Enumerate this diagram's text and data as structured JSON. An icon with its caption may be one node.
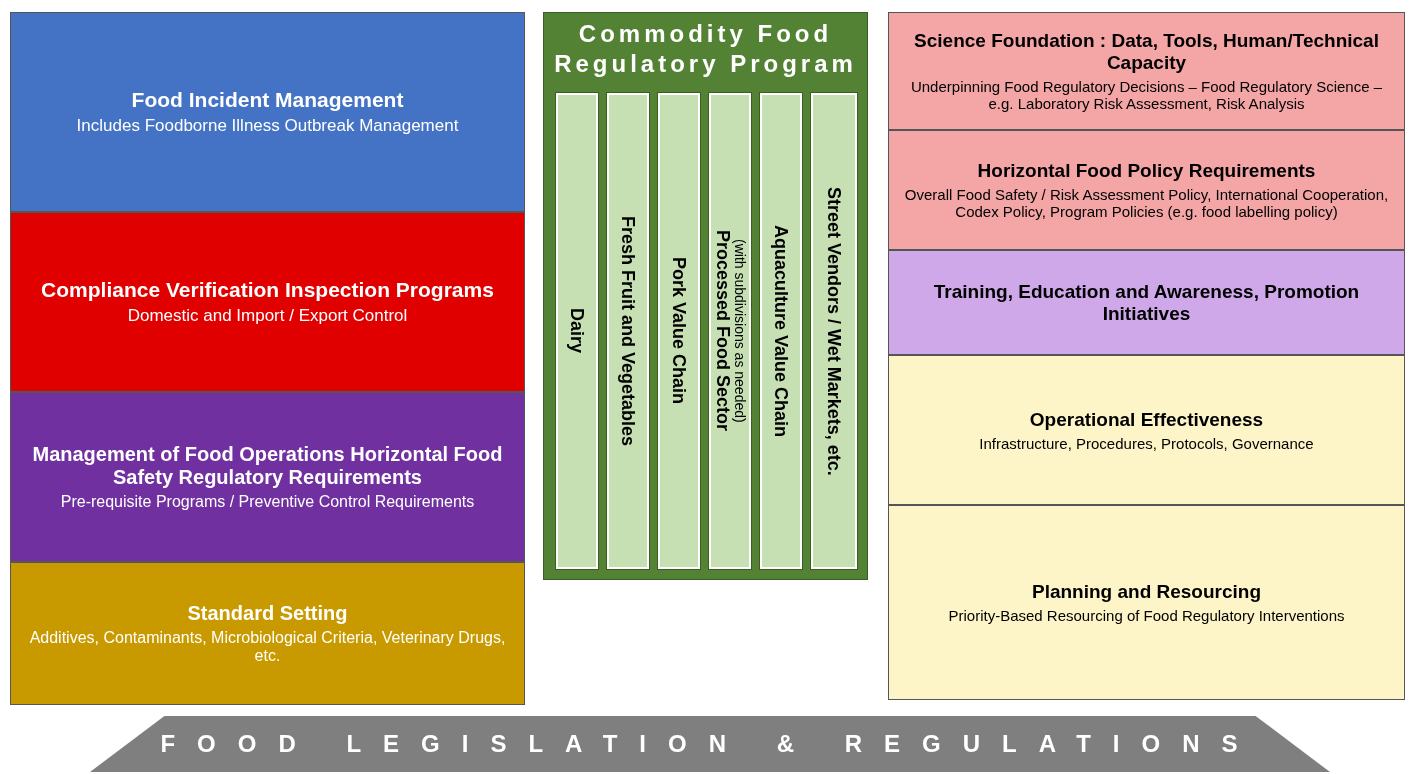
{
  "diagram": {
    "nodes": [
      {
        "text": [
          "Food Incident Management",
          "Includes Foodborne Illness Outbreak Management"
        ]
      },
      {
        "text": [
          "Compliance Verification Inspection Programs",
          "Domestic and Import / Export Control"
        ]
      },
      {
        "text": [
          "Management of Food Operations Horizontal Food Safety Regulatory Requirements",
          "Pre-requisite Programs / Preventive Control Requirements"
        ]
      },
      {
        "text": [
          "Standard Setting",
          "Additives, Contaminants, Microbiological Criteria, Veterinary Drugs, etc."
        ]
      },
      {
        "text": [
          "Commodity Food Regulatory Program"
        ]
      },
      {
        "text": [
          "Dairy"
        ],
        "in": 4
      },
      {
        "text": [
          "Fresh Fruit and Vegetables"
        ],
        "in": 4
      },
      {
        "text": [
          "Pork Value Chain"
        ],
        "in": 4
      },
      {
        "text": [
          "Processed Food Sector",
          "(with subdivisions as needed)"
        ],
        "in": 4
      },
      {
        "text": [
          "Aquaculture Value Chain"
        ],
        "in": 4
      },
      {
        "text": [
          "Street Vendors / Wet Markets, etc."
        ],
        "in": 4
      },
      {
        "text": [
          "Science Foundation : Data, Tools, Human/Technical Capacity",
          "Underpinning Food Regulatory Decisions – Food Regulatory Science – e.g. Laboratory Risk Assessment, Risk Analysis"
        ]
      },
      {
        "text": [
          "Horizontal Food Policy Requirements",
          "Overall Food Safety / Risk Assessment Policy, International Cooperation, Codex Policy, Program Policies (e.g. food labelling policy)"
        ]
      },
      {
        "text": [
          "Training, Education and Awareness, Promotion Initiatives"
        ]
      },
      {
        "text": [
          "Operational Effectiveness",
          "Infrastructure, Procedures, Protocols, Governance"
        ]
      },
      {
        "text": [
          "Planning and Resourcing",
          "Priority-Based Resourcing of Food Regulatory Interventions"
        ]
      },
      {
        "text": [
          "FOOD LEGISLATION & REGULATIONS"
        ]
      }
    ]
  }
}
